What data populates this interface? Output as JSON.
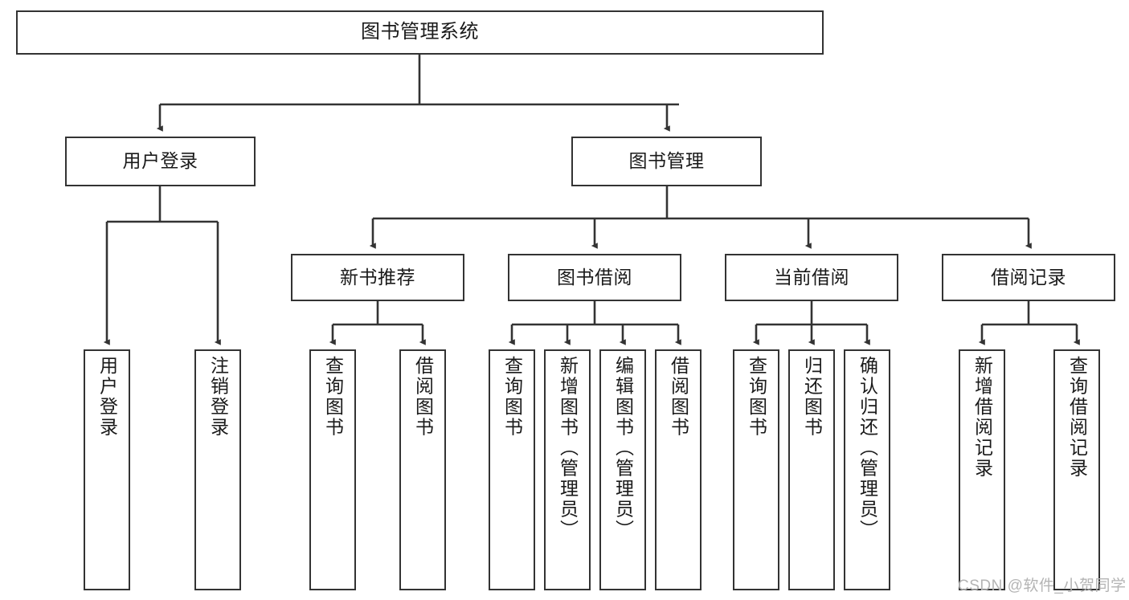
{
  "diagram": {
    "title": "图书管理系统",
    "type": "tree-hierarchy",
    "orientation": "top-down",
    "line_color": "#333333",
    "box_fill": "#ffffff",
    "text_color": "#1a1a1a",
    "watermark": "CSDN @软件_小贺同学"
  },
  "nodes": {
    "root": {
      "label": "图书管理系统"
    },
    "level2": [
      {
        "id": "user-login",
        "label": "用户登录"
      },
      {
        "id": "book-manage",
        "label": "图书管理"
      }
    ],
    "level3": [
      {
        "id": "new-book-rec",
        "label": "新书推荐"
      },
      {
        "id": "book-borrow",
        "label": "图书借阅"
      },
      {
        "id": "current-borrow",
        "label": "当前借阅"
      },
      {
        "id": "borrow-record",
        "label": "借阅记录"
      }
    ],
    "leaves": {
      "user_login": [
        {
          "id": "leaf-user-login",
          "label": "用户登录"
        },
        {
          "id": "leaf-logout",
          "label": "注销登录"
        }
      ],
      "new_book_rec": [
        {
          "id": "leaf-query-book-1",
          "label": "查询图书"
        },
        {
          "id": "leaf-borrow-book-1",
          "label": "借阅图书"
        }
      ],
      "book_borrow": [
        {
          "id": "leaf-query-book-2",
          "label": "查询图书"
        },
        {
          "id": "leaf-add-book",
          "label": "新增图书（管理员）"
        },
        {
          "id": "leaf-edit-book",
          "label": "编辑图书（管理员）"
        },
        {
          "id": "leaf-borrow-book-2",
          "label": "借阅图书"
        }
      ],
      "current_borrow": [
        {
          "id": "leaf-query-book-3",
          "label": "查询图书"
        },
        {
          "id": "leaf-return-book",
          "label": "归还图书"
        },
        {
          "id": "leaf-confirm-return",
          "label": "确认归还（管理员）"
        }
      ],
      "borrow_record": [
        {
          "id": "leaf-add-record",
          "label": "新增借阅记录"
        },
        {
          "id": "leaf-query-record",
          "label": "查询借阅记录"
        }
      ]
    }
  },
  "edges": [
    {
      "from": "root",
      "to": "user-login"
    },
    {
      "from": "root",
      "to": "book-manage"
    },
    {
      "from": "user-login",
      "to": "leaf-user-login"
    },
    {
      "from": "user-login",
      "to": "leaf-logout"
    },
    {
      "from": "book-manage",
      "to": "new-book-rec"
    },
    {
      "from": "book-manage",
      "to": "book-borrow"
    },
    {
      "from": "book-manage",
      "to": "current-borrow"
    },
    {
      "from": "book-manage",
      "to": "borrow-record"
    },
    {
      "from": "new-book-rec",
      "to": "leaf-query-book-1"
    },
    {
      "from": "new-book-rec",
      "to": "leaf-borrow-book-1"
    },
    {
      "from": "book-borrow",
      "to": "leaf-query-book-2"
    },
    {
      "from": "book-borrow",
      "to": "leaf-add-book"
    },
    {
      "from": "book-borrow",
      "to": "leaf-edit-book"
    },
    {
      "from": "book-borrow",
      "to": "leaf-borrow-book-2"
    },
    {
      "from": "current-borrow",
      "to": "leaf-query-book-3"
    },
    {
      "from": "current-borrow",
      "to": "leaf-return-book"
    },
    {
      "from": "current-borrow",
      "to": "leaf-confirm-return"
    },
    {
      "from": "borrow-record",
      "to": "leaf-add-record"
    },
    {
      "from": "borrow-record",
      "to": "leaf-query-record"
    }
  ]
}
